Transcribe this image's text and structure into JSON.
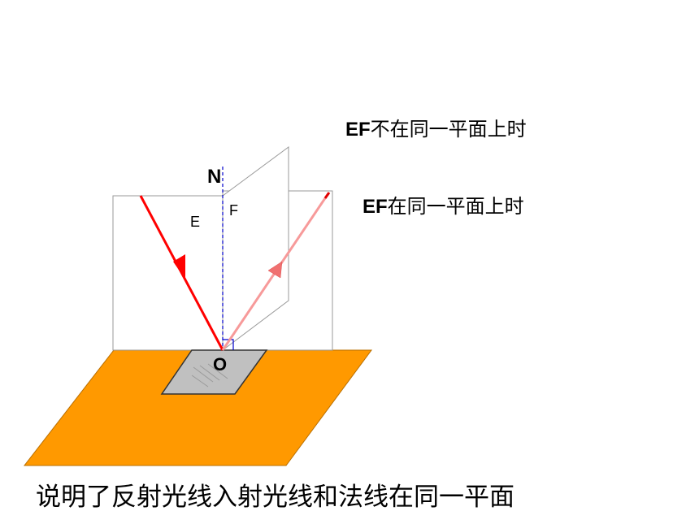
{
  "labels": {
    "normal": "N",
    "point": "O",
    "half_e": "E",
    "half_f": "F"
  },
  "captions": {
    "not_same_prefix": "EF",
    "not_same_text": "不在同一平面上时",
    "same_prefix": "EF",
    "same_text": "在同一平面上时"
  },
  "conclusion": "说明了反射光线入射光线和法线在同一平面",
  "colors": {
    "base_plane": "#FF9900",
    "mirror": "#C0C0C0",
    "incident_ray": "#FF0000",
    "reflected_ray": "#F79A9A",
    "normal_line": "#0000CC",
    "board_outline": "#999999"
  }
}
